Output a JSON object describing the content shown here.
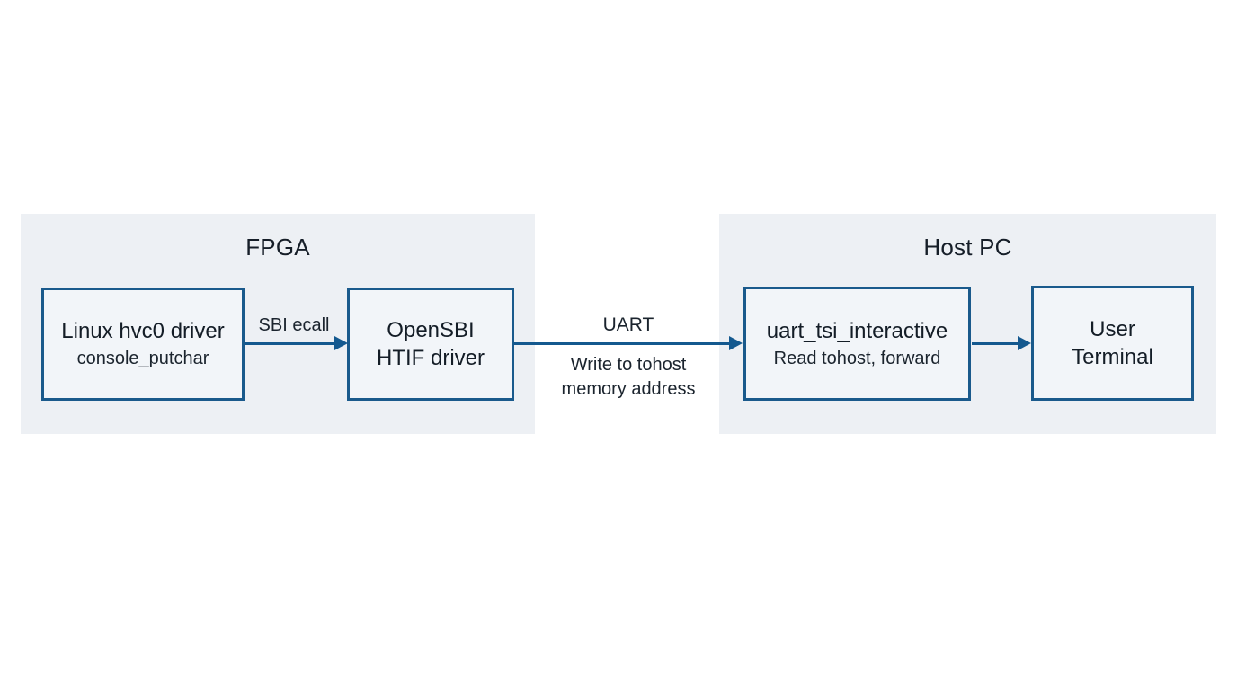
{
  "diagram": {
    "colors": {
      "page_background": "#ffffff",
      "container_background": "#edf0f4",
      "node_background": "#f2f5f9",
      "node_border": "#1a5a8c",
      "arrow": "#14598f",
      "text": "#1b242e"
    },
    "containers": [
      {
        "title": "FPGA"
      },
      {
        "title": "Host PC"
      }
    ],
    "nodes": [
      {
        "title": "Linux hvc0 driver",
        "subtitle": "console_putchar"
      },
      {
        "lines": [
          "OpenSBI",
          "HTIF driver"
        ]
      },
      {
        "title": "uart_tsi_interactive",
        "subtitle": "Read tohost, forward"
      },
      {
        "lines": [
          "User",
          "Terminal"
        ]
      }
    ],
    "edges": [
      {
        "label": "SBI ecall"
      },
      {
        "label": "UART",
        "sublabel": [
          "Write to tohost",
          "memory address"
        ]
      },
      {}
    ]
  }
}
